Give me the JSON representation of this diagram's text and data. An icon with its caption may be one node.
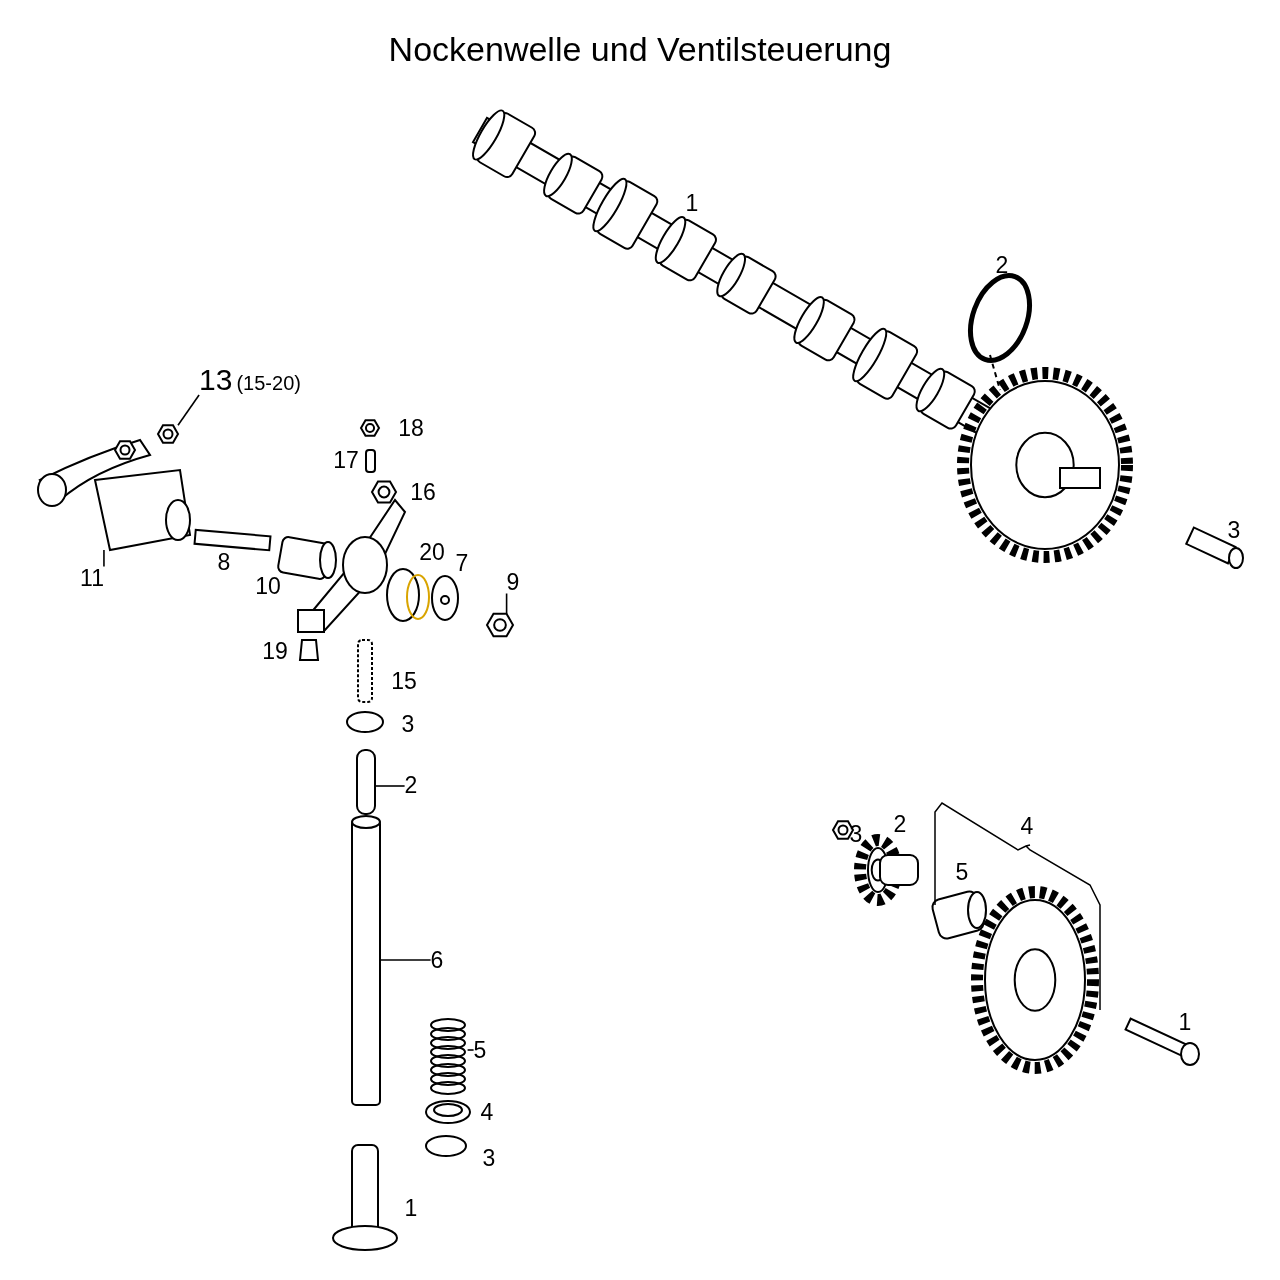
{
  "diagram": {
    "title": "Nockenwelle und Ventilsteuerung",
    "nodes": [
      {
        "text": [
          "13",
          "(15-20)"
        ]
      },
      {
        "text": [
          "11"
        ]
      },
      {
        "text": [
          "9"
        ]
      },
      {
        "text": [
          "2"
        ]
      },
      {
        "text": [
          "6"
        ]
      },
      {
        "text": [
          "5"
        ]
      },
      {
        "text": [],
        "shape": "picture"
      },
      {
        "text": [],
        "shape": "picture"
      },
      {
        "text": [],
        "shape": "picture"
      },
      {
        "text": [],
        "shape": "picture"
      },
      {
        "text": [],
        "shape": "picture"
      },
      {
        "text": [],
        "shape": "picture"
      }
    ],
    "edges": [
      {
        "from": 0,
        "to": 6,
        "arrow": "none"
      },
      {
        "from": 1,
        "to": 7,
        "arrow": "none"
      },
      {
        "from": 2,
        "to": 8,
        "arrow": "none"
      },
      {
        "from": 3,
        "to": 9,
        "arrow": "none"
      },
      {
        "from": 4,
        "to": 10,
        "arrow": "none"
      },
      {
        "from": 5,
        "to": 11,
        "arrow": "none",
        "style": "dashed"
      }
    ],
    "labels": [
      "1",
      "2",
      "18",
      "17",
      "16",
      "3",
      "20",
      "8",
      "7",
      "10",
      "19",
      "15",
      "3",
      "2",
      "4",
      "3",
      "5",
      "1",
      "4",
      "3",
      "1"
    ]
  }
}
